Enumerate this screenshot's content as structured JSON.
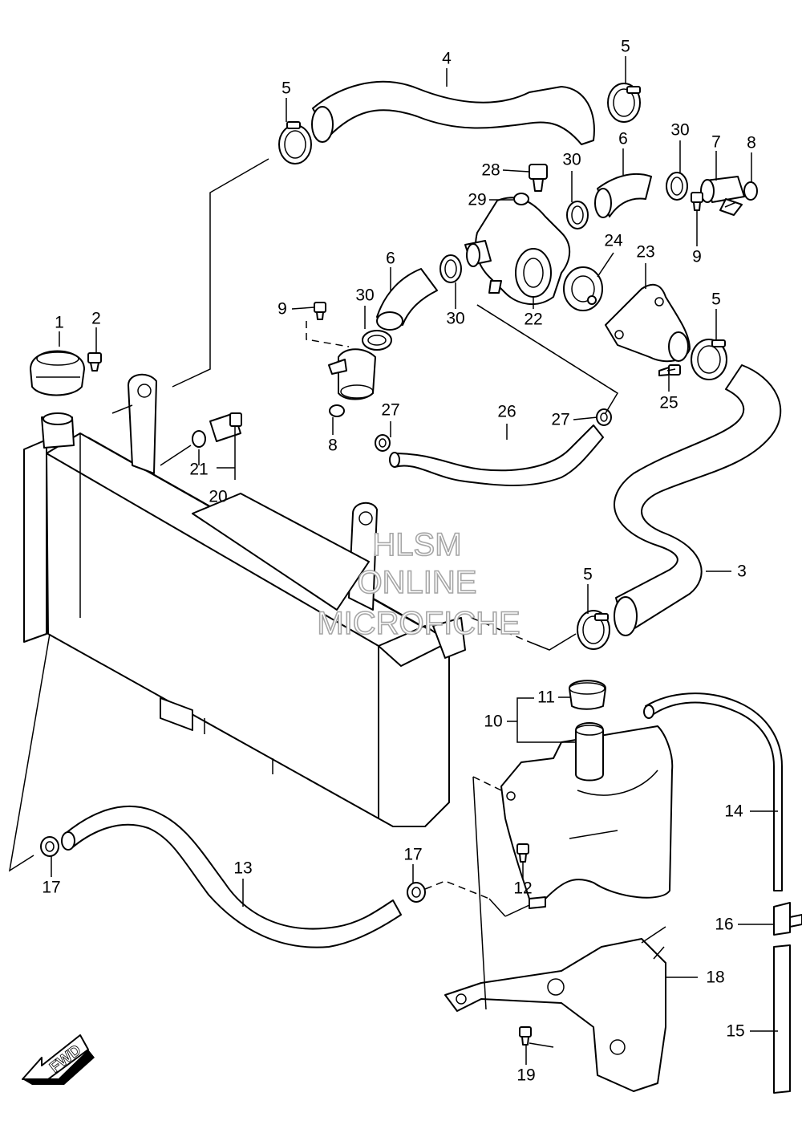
{
  "callouts": [
    "1",
    "2",
    "3",
    "4",
    "5",
    "5",
    "5",
    "5",
    "6",
    "6",
    "7",
    "8",
    "8",
    "9",
    "9",
    "10",
    "11",
    "12",
    "13",
    "14",
    "15",
    "16",
    "17",
    "17",
    "18",
    "19",
    "20",
    "21",
    "22",
    "23",
    "24",
    "25",
    "26",
    "27",
    "27",
    "28",
    "29",
    "30",
    "30",
    "30",
    "30"
  ],
  "watermark": {
    "line1": "HLSM",
    "line2": "ONLINE",
    "line3": "MICROFICHE"
  },
  "direction": {
    "text": "FWD"
  }
}
